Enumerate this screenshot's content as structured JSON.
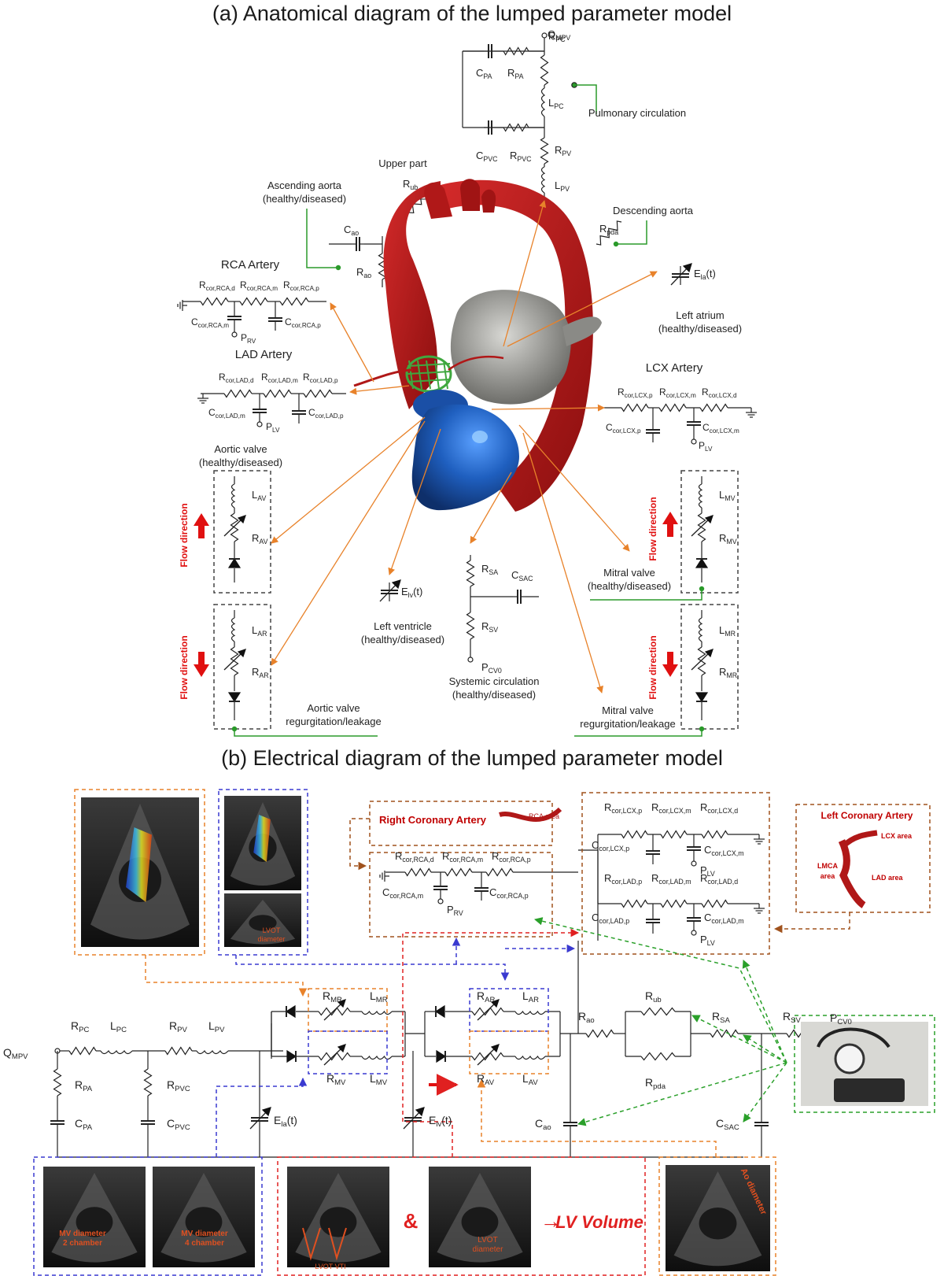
{
  "panel_a": {
    "title": "(a) Anatomical diagram of the lumped parameter model",
    "labels": {
      "q_mpv": "Q",
      "q_mpv_sub": "MPV",
      "pulmonary_circulation": "Pulmonary circulation",
      "upper_part": "Upper part",
      "ascending_aorta_1": "Ascending aorta",
      "ascending_aorta_2": "(healthy/diseased)",
      "descending_aorta": "Descending aorta",
      "rca_artery": "RCA Artery",
      "lad_artery": "LAD Artery",
      "lcx_artery": "LCX Artery",
      "left_atrium_1": "Left atrium",
      "left_atrium_2": "(healthy/diseased)",
      "aortic_valve_1": "Aortic valve",
      "aortic_valve_2": "(healthy/diseased)",
      "flow_direction": "Flow direction",
      "left_ventricle_1": "Left ventricle",
      "left_ventricle_2": "(healthy/diseased)",
      "systemic_1": "Systemic circulation",
      "systemic_2": "(healthy/diseased)",
      "mitral_valve_1": "Mitral valve",
      "mitral_valve_2": "(healthy/diseased)",
      "aortic_regurg_1": "Aortic valve",
      "aortic_regurg_2": "regurgitation/leakage",
      "mitral_regurg_1": "Mitral valve",
      "mitral_regurg_2": "regurgitation/leakage"
    }
  },
  "panel_b": {
    "title": "(b) Electrical diagram of the lumped parameter model",
    "labels": {
      "right_coronary": "Right Coronary Artery",
      "rca_area": "RCA area",
      "left_coronary": "Left Coronary Artery",
      "lcx_area": "LCX area",
      "lad_area": "LAD area",
      "lmca_area_1": "LMCA",
      "lmca_area_2": "area",
      "q_mpv": "Q",
      "q_mpv_sub": "MPV",
      "p_cv0": "P",
      "p_cv0_sub": "CV0",
      "ampersand": "&",
      "arrow": "→",
      "lv_volume": "LV Volume",
      "lvot_diameter_1": "LVOT",
      "lvot_diameter_2": "diameter",
      "lvot_vti": "LVOT VTI",
      "mv_2ch_1": "MV diameter",
      "mv_2ch_2": "2 chamber",
      "mv_4ch_1": "MV diameter",
      "mv_4ch_2": "4 chamber",
      "ao_diameter": "Ao diameter"
    }
  },
  "components": {
    "R_PA": [
      "R",
      "PA"
    ],
    "C_PA": [
      "C",
      "PA"
    ],
    "R_PC": [
      "R",
      "PC"
    ],
    "L_PC": [
      "L",
      "PC"
    ],
    "C_PVC": [
      "C",
      "PVC"
    ],
    "R_PVC": [
      "R",
      "PVC"
    ],
    "R_PV": [
      "R",
      "PV"
    ],
    "L_PV": [
      "L",
      "PV"
    ],
    "R_ub": [
      "R",
      "ub"
    ],
    "R_pda": [
      "R",
      "pda"
    ],
    "C_ao": [
      "C",
      "ao"
    ],
    "R_ao": [
      "R",
      "ao"
    ],
    "E_la": [
      "E",
      "la",
      "(t)"
    ],
    "E_lv": [
      "E",
      "lv",
      "(t)"
    ],
    "L_AV": [
      "L",
      "AV"
    ],
    "R_AV": [
      "R",
      "AV"
    ],
    "L_AR": [
      "L",
      "AR"
    ],
    "R_AR": [
      "R",
      "AR"
    ],
    "L_MV": [
      "L",
      "MV"
    ],
    "R_MV": [
      "R",
      "MV"
    ],
    "L_MR": [
      "L",
      "MR"
    ],
    "R_MR": [
      "R",
      "MR"
    ],
    "R_SA": [
      "R",
      "SA"
    ],
    "C_SAC": [
      "C",
      "SAC"
    ],
    "R_SV": [
      "R",
      "SV"
    ],
    "P_CV0": [
      "P",
      "CV0"
    ],
    "R_RCA_d": [
      "R",
      "cor,RCA,d"
    ],
    "R_RCA_m": [
      "R",
      "cor,RCA,m"
    ],
    "R_RCA_p": [
      "R",
      "cor,RCA,p"
    ],
    "C_RCA_m": [
      "C",
      "cor,RCA,m"
    ],
    "C_RCA_p": [
      "C",
      "cor,RCA,p"
    ],
    "P_RV": [
      "P",
      "RV"
    ],
    "R_LAD_d": [
      "R",
      "cor,LAD,d"
    ],
    "R_LAD_m": [
      "R",
      "cor,LAD,m"
    ],
    "R_LAD_p": [
      "R",
      "cor,LAD,p"
    ],
    "C_LAD_m": [
      "C",
      "cor,LAD,m"
    ],
    "C_LAD_p": [
      "C",
      "cor,LAD,p"
    ],
    "P_LV": [
      "P",
      "LV"
    ],
    "R_LCX_p": [
      "R",
      "cor,LCX,p"
    ],
    "R_LCX_m": [
      "R",
      "cor,LCX,m"
    ],
    "R_LCX_d": [
      "R",
      "cor,LCX,d"
    ],
    "C_LCX_p": [
      "C",
      "cor,LCX,p"
    ],
    "C_LCX_m": [
      "C",
      "cor,LCX,m"
    ]
  },
  "colors": {
    "aorta": "#b01818",
    "ventricle": "#1f5fbf",
    "atrium": "#8a8a86",
    "stent": "#3fa83f",
    "orange_dashed": "#e8822a",
    "blue_dashed": "#3a3ad0",
    "red_dashed": "#e02020",
    "green_dashed": "#2aa02a",
    "brown_dashed": "#a0521d",
    "flow_arrow": "#e01010"
  }
}
